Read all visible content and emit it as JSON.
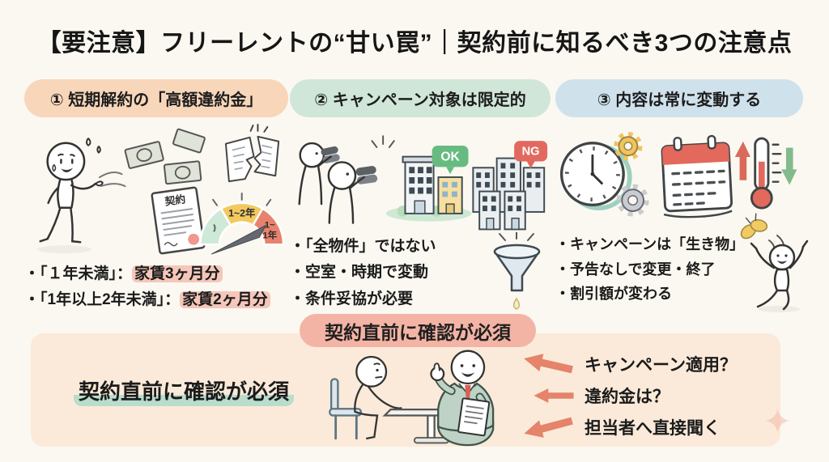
{
  "title": "【要注意】フリーレントの“甘い罠”｜契約前に知るべき3つの注意点",
  "columns": [
    {
      "header": "① 短期解約の「高額違約金」",
      "bullets": [
        {
          "prefix": "・「１年未満」：",
          "highlight": "家賃3ヶ月分"
        },
        {
          "prefix": "・「1年以上2年未満」：",
          "highlight": "家賃2ヶ月分"
        }
      ],
      "illustration": {
        "contract_label": "契約",
        "gauge_mid_label": "1~2年",
        "gauge_high_label_1": "1~",
        "gauge_high_label_2": "1年"
      }
    },
    {
      "header": "② キャンペーン対象は限定的",
      "ok_label": "OK",
      "ng_label": "NG",
      "bullets": [
        "・「全物件」ではない",
        "・空室・時期で変動",
        "・条件妥協が必要"
      ]
    },
    {
      "header": "③ 内容は常に変動する",
      "bullets": [
        "・キャンペーンは「生き物」",
        "・予告なしで変更・終了",
        "・割引額が変わる"
      ]
    }
  ],
  "bottom": {
    "banner": "契約直前に確認が必須",
    "emphasis": "契約直前に確認が必須",
    "questions": [
      "キャンペーン適用？",
      "違約金は？",
      "担当者へ直接聞く"
    ]
  },
  "colors": {
    "bg": "#fbf8f1",
    "text": "#1b1b1b",
    "pill1_bg": "#f8d6ba",
    "pill2_bg": "#cfe6d8",
    "pill3_bg": "#cfe2ec",
    "banner_bg": "#f4b4a5",
    "box_bg": "#fbead9",
    "highlight_pink": "#f4c7ba",
    "highlight_teal": "#b9dccd",
    "arrow": "#e5836b",
    "ok_green": "#67bb80",
    "ng_red": "#e2695f",
    "gauge_green": "#cfe9d9",
    "gauge_yellow": "#f3c95f",
    "gauge_red": "#e8826e"
  }
}
